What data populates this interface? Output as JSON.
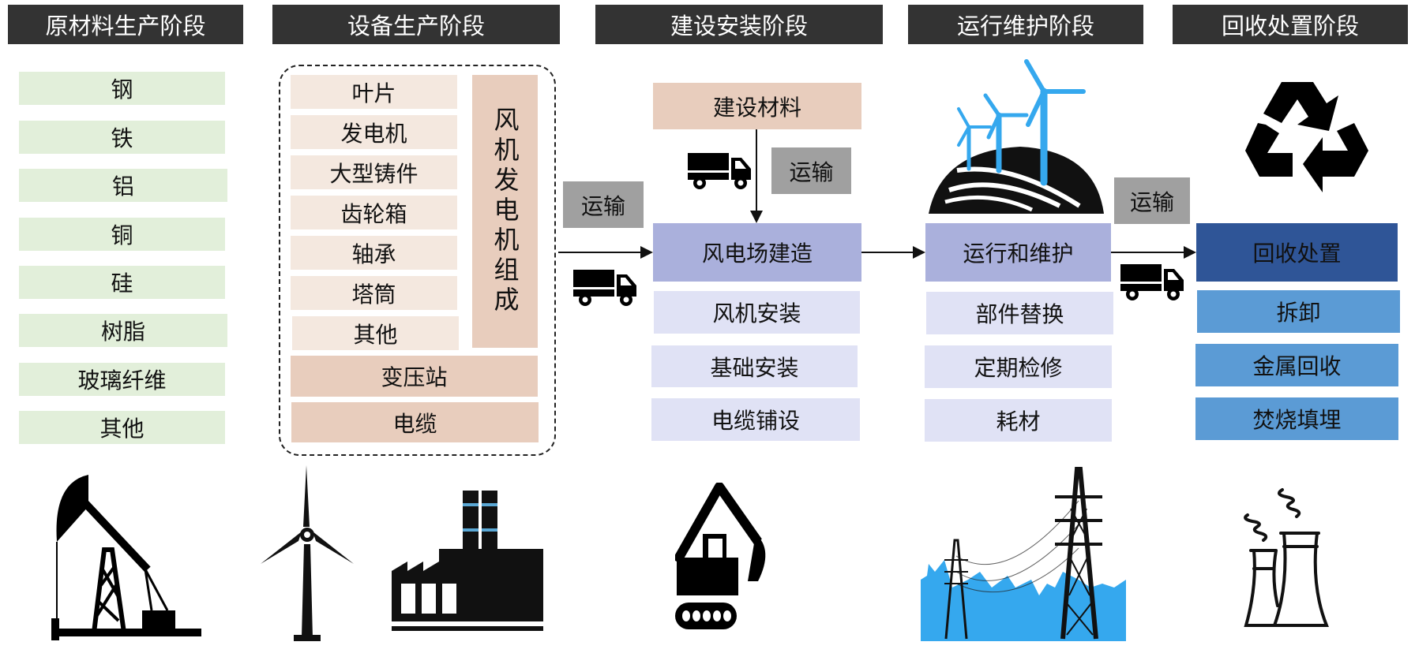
{
  "title": "风电全生命周期阶段",
  "stages": [
    {
      "label": "原材料生产阶段"
    },
    {
      "label": "设备生产阶段"
    },
    {
      "label": "建设安装阶段"
    },
    {
      "label": "运行维护阶段"
    },
    {
      "label": "回收处置阶段"
    }
  ],
  "raw_materials": [
    "钢",
    "铁",
    "铝",
    "铜",
    "硅",
    "树脂",
    "玻璃纤维",
    "其他"
  ],
  "equipment": {
    "components": [
      "叶片",
      "发电机",
      "大型铸件",
      "齿轮箱",
      "轴承",
      "塔筒",
      "其他"
    ],
    "group_label": "风机发电机组成",
    "extras": [
      "变压站",
      "电缆"
    ]
  },
  "construction": {
    "materials_label": "建设材料",
    "main": "风电场建造",
    "items": [
      "风机安装",
      "基础安装",
      "电缆铺设"
    ]
  },
  "operation": {
    "main": "运行和维护",
    "items": [
      "部件替换",
      "定期检修",
      "耗材"
    ]
  },
  "recycling": {
    "main": "回收处置",
    "items": [
      "拆卸",
      "金属回收",
      "焚烧填埋"
    ]
  },
  "transport_label": "运输",
  "colors": {
    "header": "#333333",
    "raw": "#e2efda",
    "equipment_light": "#f4e8df",
    "equipment_dark": "#e8cdbd",
    "construction_main": "#aab0dc",
    "construction_item": "#e0e2f5",
    "recycle_main": "#2f5597",
    "recycle_item": "#5b9bd5",
    "transport": "#a0a0a0",
    "turbine_blue": "#35a8ee"
  },
  "icons": [
    "oil-pump-icon",
    "wind-turbine-icon",
    "factory-icon",
    "truck-icon",
    "excavator-icon",
    "wind-farm-icon",
    "power-tower-icon",
    "recycle-icon",
    "cooling-tower-icon"
  ]
}
